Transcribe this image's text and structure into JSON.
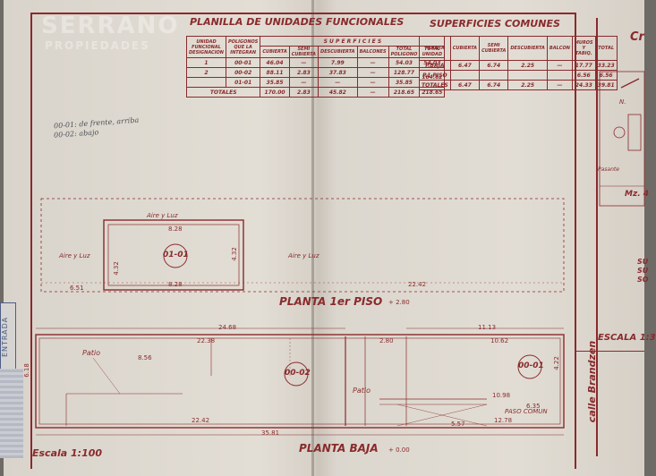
{
  "titles": {
    "schedule": "PLANILLA DE UNIDADES FUNCIONALES",
    "common": "SUPERFICIES COMUNES",
    "upper_plan": "PLANTA 1er PISO",
    "ground_plan": "PLANTA BAJA",
    "scale": "Escala 1:100",
    "scale_right": "ESCALA 1:3",
    "entrance": "ENTRADA",
    "street": "calle Brandzen",
    "right_header": "Cr",
    "right_block": "Mz. 4",
    "watermark": "SERRANO",
    "watermark_sub": "PROPIEDADES"
  },
  "schedule": {
    "head_uf": "UNIDAD FUNCIONAL DESIGNACION",
    "head_pol": "POLIGONOS QUE LA INTEGRAN",
    "head_sup": "S U P E R F I C I E S",
    "head_cols": [
      "CUBIERTA",
      "SEMI CUBIERTA",
      "DESCUBIERTA",
      "BALCONES",
      "TOTAL POLIGONO",
      "TOTAL UNIDAD"
    ],
    "rows": [
      {
        "uf": "1",
        "pol": "00-01",
        "cub": "46.04",
        "semi": "—",
        "desc": "7.99",
        "bal": "—",
        "tp": "54.03",
        "tu": "54.03"
      },
      {
        "uf": "2",
        "pol": "00-02",
        "cub": "88.11",
        "semi": "2.83",
        "desc": "37.83",
        "bal": "—",
        "tp": "128.77",
        "tu": "164.62"
      },
      {
        "uf": "",
        "pol": "01-01",
        "cub": "35.85",
        "semi": "—",
        "desc": "—",
        "bal": "—",
        "tp": "35.85",
        "tu": ""
      },
      {
        "uf": "TOTALES",
        "pol": "",
        "cub": "170.00",
        "semi": "2.83",
        "desc": "45.82",
        "bal": "—",
        "tp": "218.65",
        "tu": "218.65"
      }
    ]
  },
  "common": {
    "head": [
      "PLANTA",
      "CUBIERTA",
      "SEMI CUBIERTA",
      "DESCUBIERTA",
      "BALCON",
      "MUROS Y TABIQ.",
      "TOTAL"
    ],
    "rows": [
      {
        "p": "P.BAJA",
        "a": "6.47",
        "b": "6.74",
        "c": "2.25",
        "d": "—",
        "e": "17.77",
        "f": "33.23"
      },
      {
        "p": "P.1 PISO",
        "a": "",
        "b": "",
        "c": "",
        "d": "",
        "e": "6.56",
        "f": "6.56"
      },
      {
        "p": "TOTALES",
        "a": "6.47",
        "b": "6.74",
        "c": "2.25",
        "d": "—",
        "e": "24.33",
        "f": "39.81"
      }
    ]
  },
  "handwritten_note": [
    "00-01: de frente, arriba",
    "00-02: abajo"
  ],
  "labels": {
    "unit_0101": "01-01",
    "unit_0002": "00-02",
    "unit_0001": "00-01",
    "patio1": "Patio",
    "patio2": "Patio",
    "paso": "PASO COMUN",
    "aire_luz_1": "Aire y Luz",
    "aire_luz_2": "Aire y Luz",
    "aire_luz_3": "Aire y Luz",
    "pasaje": "Pasante",
    "north": "N."
  },
  "dims": {
    "d828a": "8.28",
    "d828b": "8.28",
    "d432a": "4.32",
    "d432b": "4.32",
    "d2468": "24.68",
    "d2238": "22.38",
    "d1113": "11.13",
    "d1062": "10.62",
    "d2242": "22.42",
    "d3581": "35.81",
    "d1098": "10.98",
    "d1278": "12.78",
    "d618": "6.18",
    "d422": "4.22",
    "d280": "2.80",
    "d635": "6.35",
    "d557": "5.57",
    "d856": "8.56",
    "d651": "6.51",
    "d2242b": "22.42",
    "elev1": "+ 2.80",
    "elev0": "+ 0.00"
  },
  "right_note": [
    "SU",
    "SU",
    "SO"
  ]
}
